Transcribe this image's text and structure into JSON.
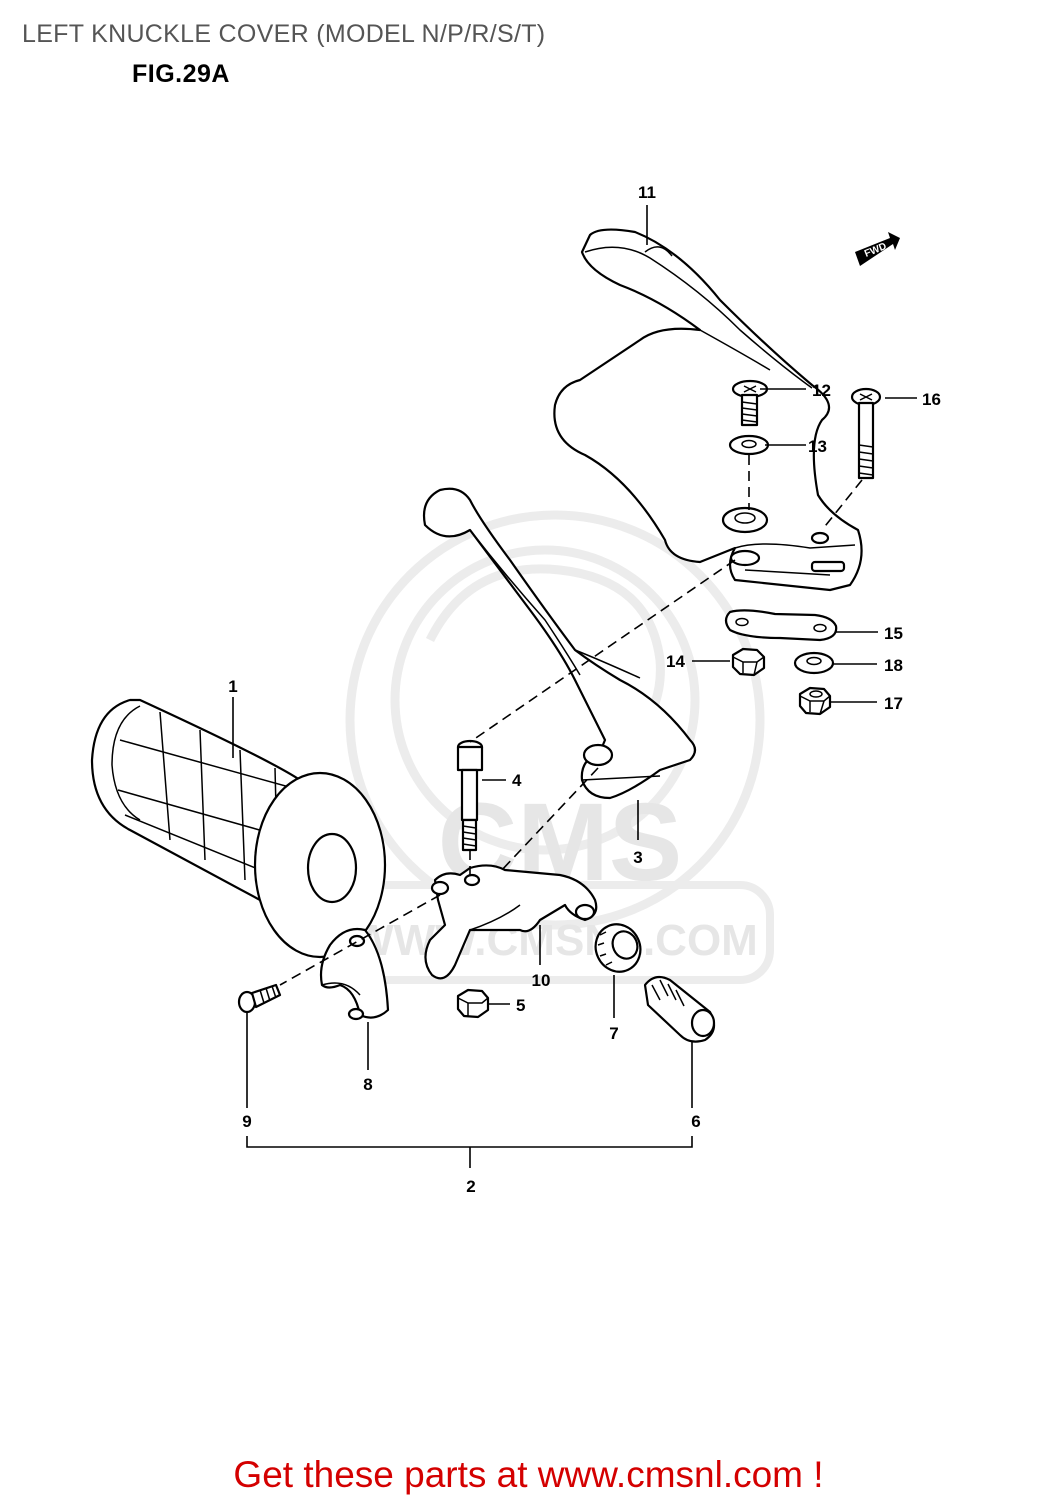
{
  "header": {
    "title": "LEFT KNUCKLE COVER (MODEL N/P/R/S/T)",
    "figure": "FIG.29A"
  },
  "watermark": {
    "logo_text": "CMS",
    "url_text": "WWW.CMSNL.COM"
  },
  "direction_badge": "FWD",
  "callouts": [
    "1",
    "2",
    "3",
    "4",
    "5",
    "6",
    "7",
    "8",
    "9",
    "10",
    "11",
    "12",
    "13",
    "14",
    "15",
    "16",
    "17",
    "18"
  ],
  "footer": {
    "link_text": "Get these parts at www.cmsnl.com !",
    "color": "#d40000"
  }
}
